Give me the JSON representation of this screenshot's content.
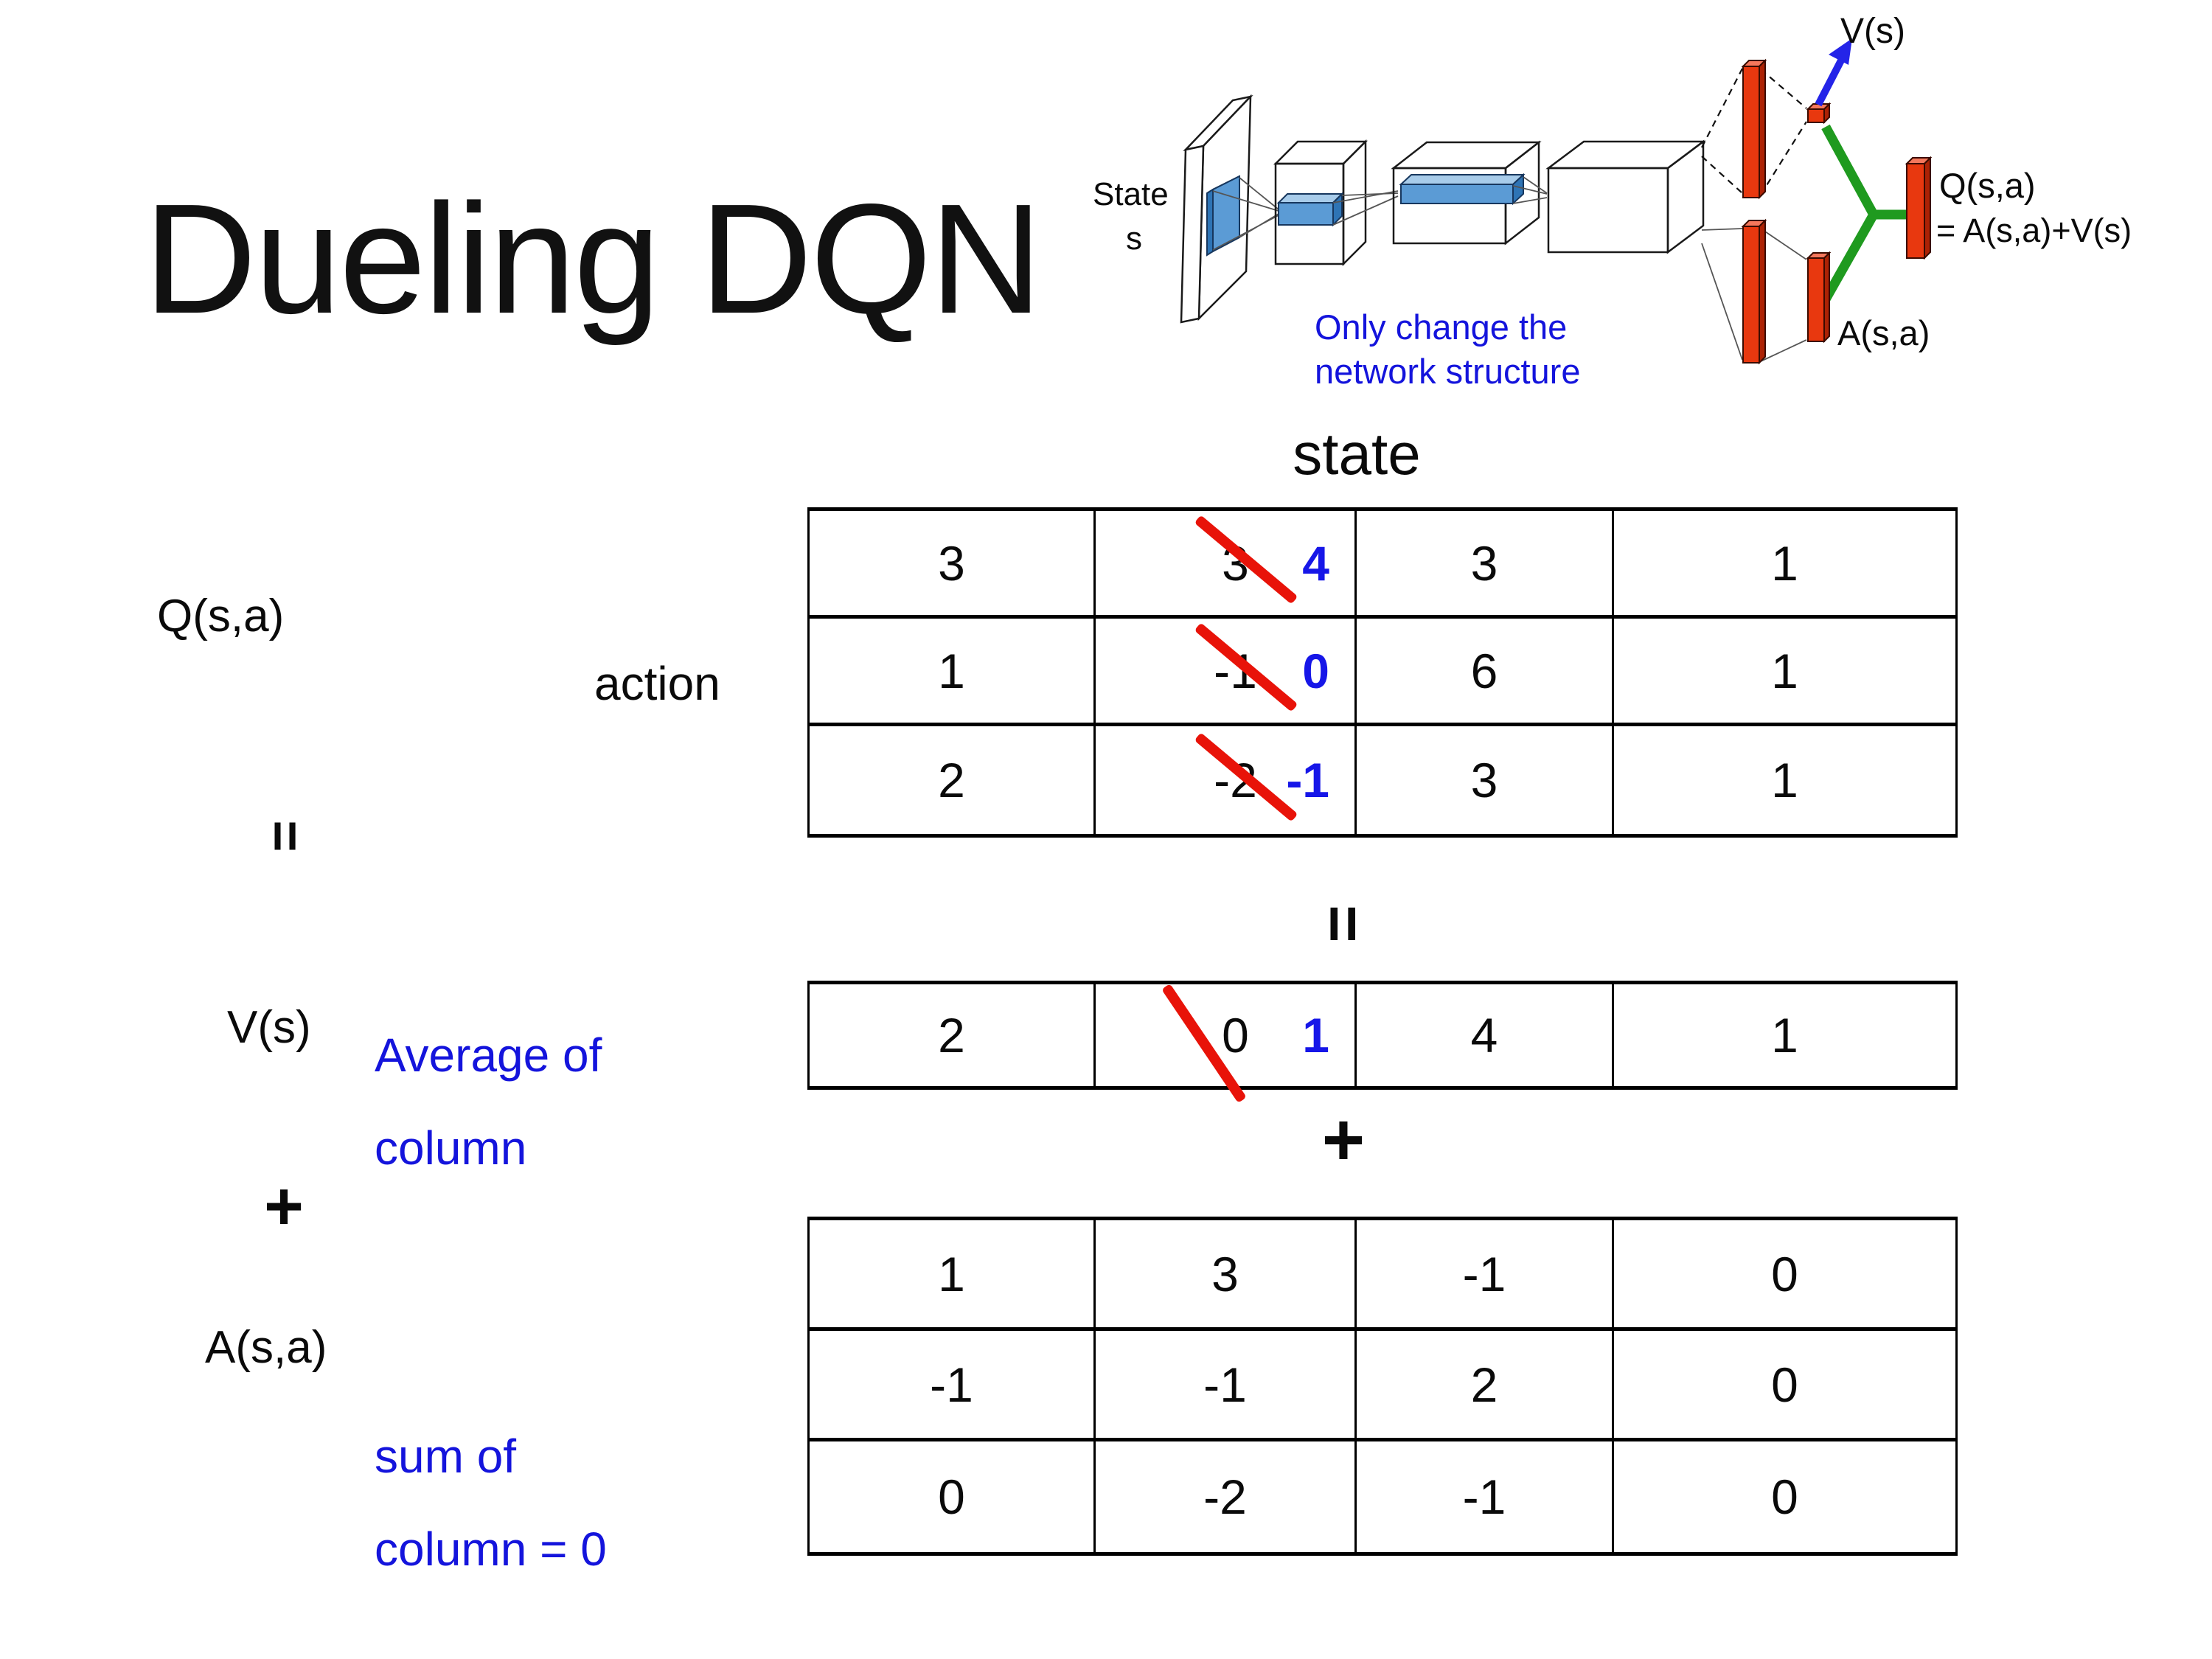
{
  "slide_title": "Dueling DQN",
  "network_diagram": {
    "input_label_1": "State",
    "input_label_2": "s",
    "note_1": "Only change the",
    "note_2": "network structure",
    "v_output_label": "V(s)",
    "a_output_label": "A(s,a)",
    "q_output_label_1": "Q(s,a)",
    "q_output_label_2": "= A(s,a)+V(s)"
  },
  "equation": {
    "q_label": "Q(s,a)",
    "action_label": "action",
    "state_label": "state",
    "equals_left": "=",
    "equals_center": "=",
    "plus_left": "+",
    "plus_center": "+",
    "v_label": "V(s)",
    "a_label": "A(s,a)",
    "average_note_1": "Average of",
    "average_note_2": "column",
    "sum_note_1": "sum of",
    "sum_note_2": "column = 0"
  },
  "q_table": {
    "rows": [
      {
        "cells": [
          {
            "value": "3"
          },
          {
            "value": "3",
            "replacement": "4"
          },
          {
            "value": "3"
          },
          {
            "value": "1"
          }
        ]
      },
      {
        "cells": [
          {
            "value": "1"
          },
          {
            "value": "-1",
            "replacement": "0"
          },
          {
            "value": "6"
          },
          {
            "value": "1"
          }
        ]
      },
      {
        "cells": [
          {
            "value": "2"
          },
          {
            "value": "-2",
            "replacement": "-1"
          },
          {
            "value": "3"
          },
          {
            "value": "1"
          }
        ]
      }
    ]
  },
  "v_table": {
    "rows": [
      {
        "cells": [
          {
            "value": "2"
          },
          {
            "value": "0",
            "replacement": "1"
          },
          {
            "value": "4"
          },
          {
            "value": "1"
          }
        ]
      }
    ]
  },
  "a_table": {
    "rows": [
      {
        "cells": [
          {
            "value": "1"
          },
          {
            "value": "3"
          },
          {
            "value": "-1"
          },
          {
            "value": "0"
          }
        ]
      },
      {
        "cells": [
          {
            "value": "-1"
          },
          {
            "value": "-1"
          },
          {
            "value": "2"
          },
          {
            "value": "0"
          }
        ]
      },
      {
        "cells": [
          {
            "value": "0"
          },
          {
            "value": "-2"
          },
          {
            "value": "-1"
          },
          {
            "value": "0"
          }
        ]
      }
    ]
  },
  "colors": {
    "highlight_blue": "#1616E8",
    "slash_red": "#E81309",
    "note_blue": "#1414DC",
    "diagram_green": "#1F9A1F",
    "diagram_red": "#E8380F",
    "diagram_blue_box": "#5B9BD5",
    "arrow_blue": "#2424E8"
  }
}
